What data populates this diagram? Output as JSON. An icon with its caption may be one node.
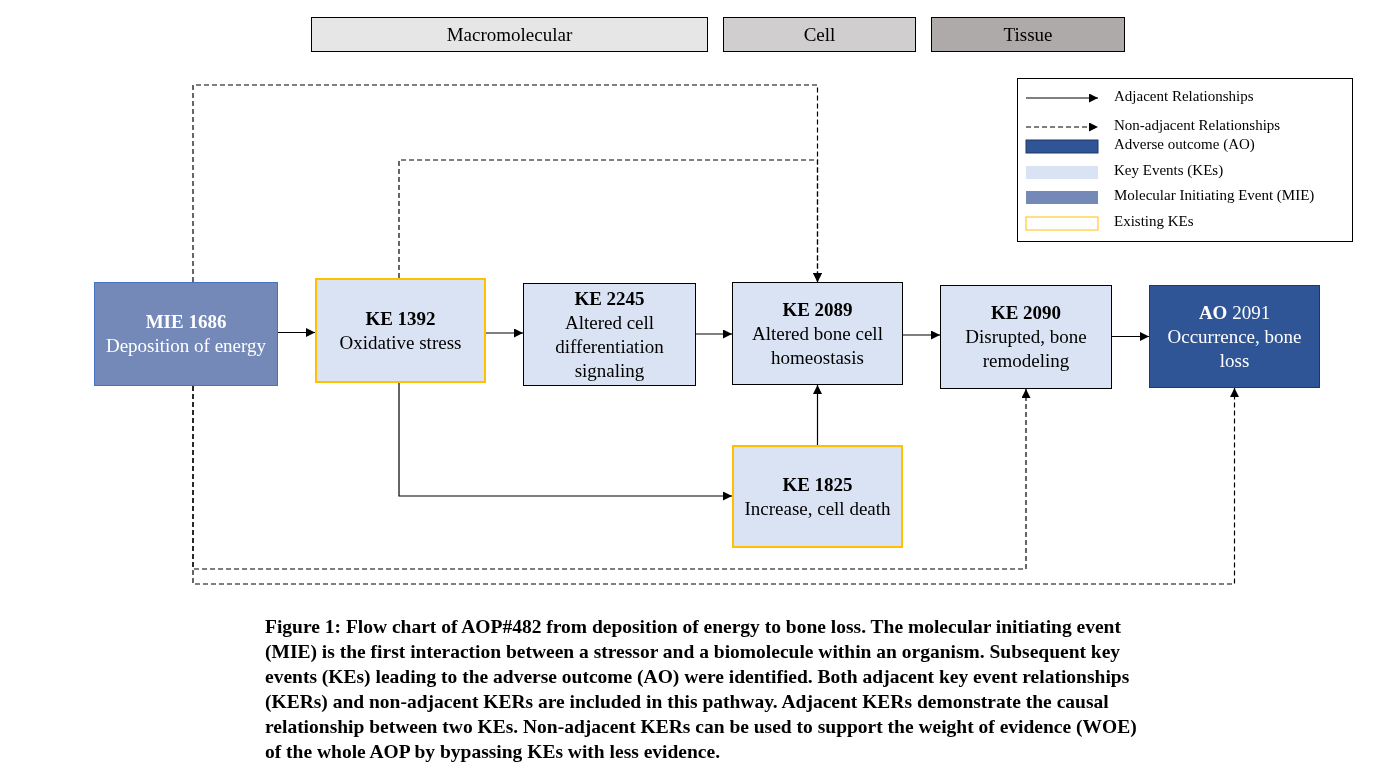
{
  "diagram": {
    "caption": "Figure 1: Flow chart of AOP#482 from deposition of energy to bone loss. The molecular initiating event (MIE) is the first interaction between a stressor and a biomolecule within an organism. Subsequent key events (KEs) leading to the adverse outcome (AO) were identified. Both adjacent key event relationships (KERs) and non-adjacent KERs are included in this pathway. Adjacent KERs demonstrate the causal relationship between two KEs. Non-adjacent KERs can be used to support the weight of evidence (WOE) of the whole AOP by bypassing KEs with less evidence.",
    "nodes": [
      {
        "text": [
          "Macromolecular"
        ]
      },
      {
        "text": [
          "Cell"
        ]
      },
      {
        "text": [
          "Tissue"
        ]
      },
      {
        "text": [
          "MIE 1686",
          "Deposition of energy"
        ]
      },
      {
        "text": [
          "KE 1392",
          "Oxidative stress"
        ]
      },
      {
        "text": [
          "KE 2245",
          "Altered cell differentiation signaling"
        ]
      },
      {
        "text": [
          "KE 2089",
          "Altered bone cell homeostasis"
        ]
      },
      {
        "text": [
          "KE 2090",
          "Disrupted, bone remodeling"
        ]
      },
      {
        "text": [
          "**AO** 2091",
          "Occurrence, bone loss"
        ]
      },
      {
        "text": [
          "KE 1825",
          "Increase, cell death"
        ]
      }
    ],
    "edges": [
      {
        "from": 3,
        "to": 4,
        "arrow": "to"
      },
      {
        "from": 4,
        "to": 5,
        "arrow": "to"
      },
      {
        "from": 5,
        "to": 6,
        "arrow": "to"
      },
      {
        "from": 6,
        "to": 7,
        "arrow": "to"
      },
      {
        "from": 7,
        "to": 8,
        "arrow": "to"
      },
      {
        "from": 4,
        "to": 9,
        "arrow": "to"
      },
      {
        "from": 9,
        "to": 6,
        "arrow": "to"
      },
      {
        "from": 3,
        "to": 6,
        "arrow": "to",
        "style": "dashed"
      },
      {
        "from": 4,
        "to": 6,
        "arrow": "to",
        "style": "dashed"
      },
      {
        "from": 3,
        "to": 7,
        "arrow": "to",
        "style": "dashed"
      },
      {
        "from": 3,
        "to": 8,
        "arrow": "to",
        "style": "dashed"
      }
    ],
    "legend": [
      {
        "text": "Adjacent Relationships"
      },
      {
        "text": "Non-adjacent Relationships"
      },
      {
        "text": "Adverse outcome (AO)",
        "color": "#2f5597"
      },
      {
        "text": "Key Events (KEs)",
        "color": "#dae3f3"
      },
      {
        "text": "Molecular Initiating Event (MIE)",
        "color": "#7489b7"
      },
      {
        "text": "Existing KEs"
      }
    ]
  }
}
